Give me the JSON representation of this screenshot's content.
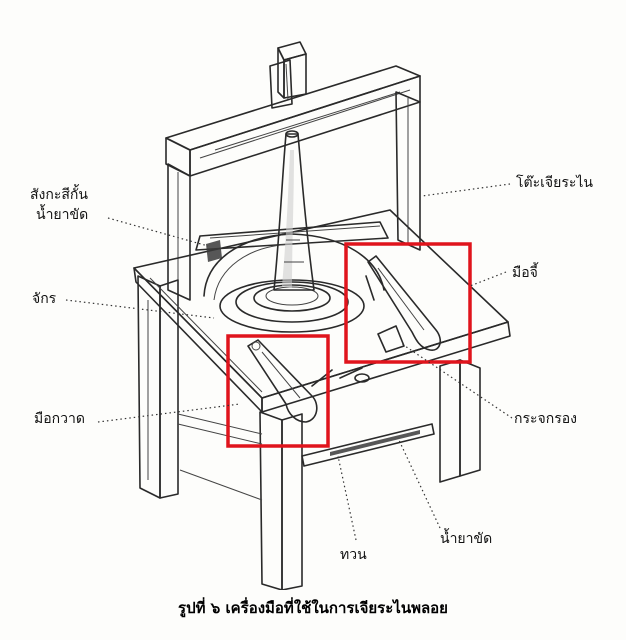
{
  "labels": {
    "table": "โต๊ะเจียระไน",
    "stick_line1": "สังกะสีกั้น",
    "stick_line2": "น้ำยาขัด",
    "wheel": "จักร",
    "grip": "มือจี้",
    "sweep_hand": "มือกวาด",
    "mirror": "กระจกรอง",
    "polish": "น้ำยาขัด",
    "axle": "ทวน"
  },
  "caption": "รูปที่ ๖   เครื่องมือที่ใช้ในการเจียระไนพลอย",
  "colors": {
    "highlight": "#e0141c",
    "ink": "#2a2a2a"
  }
}
